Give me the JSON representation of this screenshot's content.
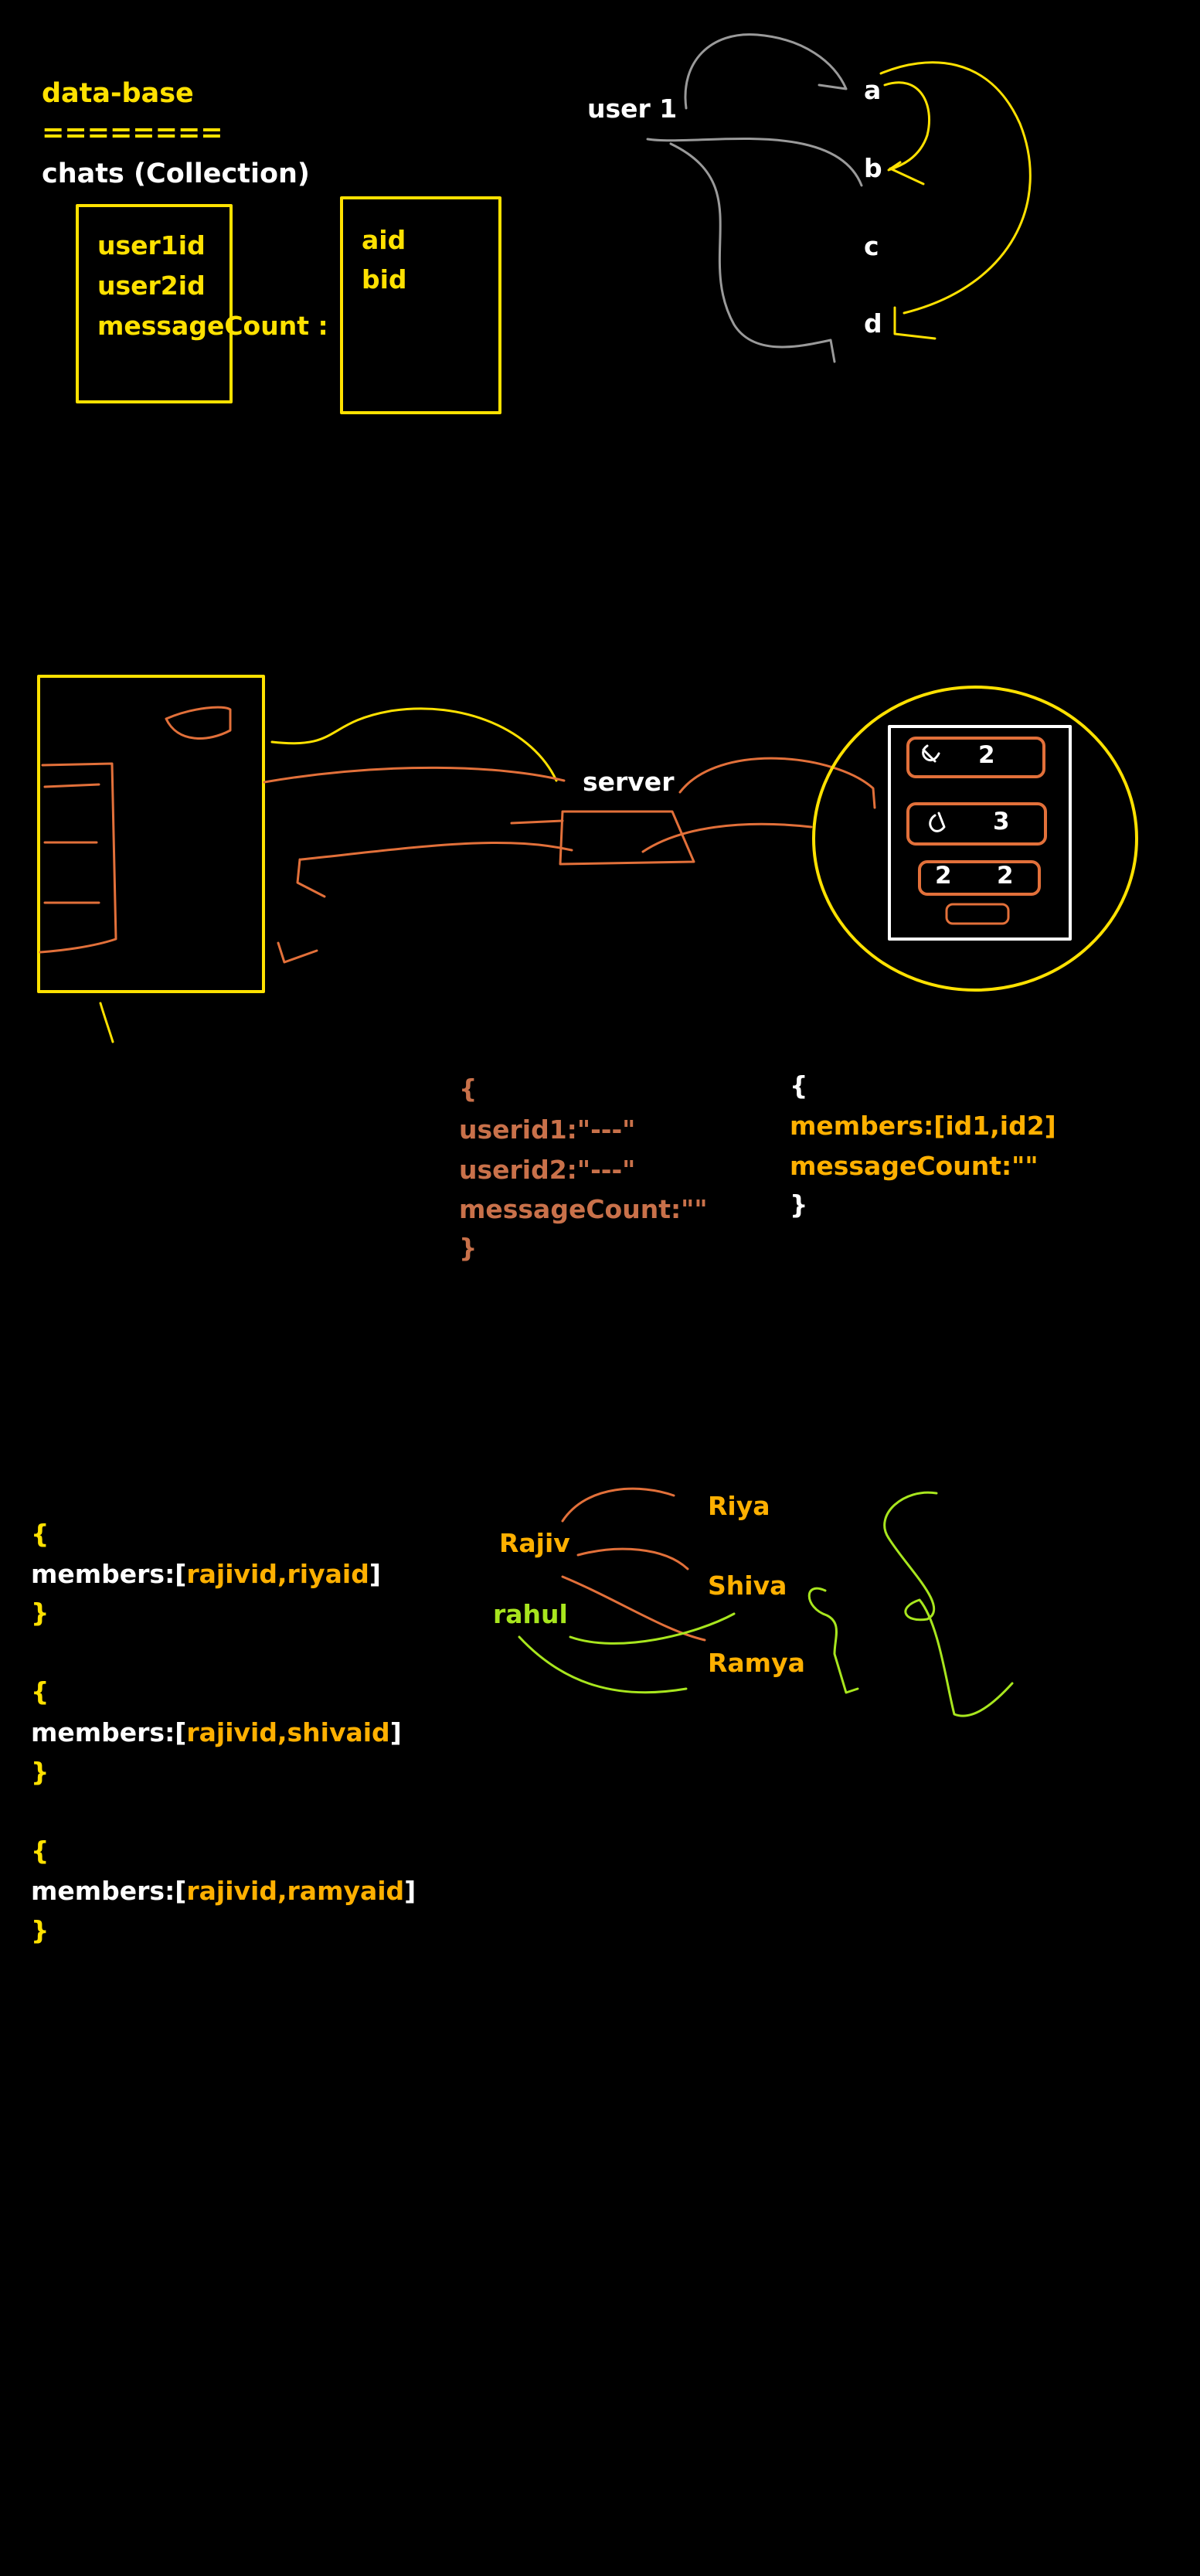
{
  "colors": {
    "background": "#000000",
    "yellow": "#ffe100",
    "white": "#ffffff",
    "orange": "#ffb000",
    "salmon": "#c9714a",
    "lime": "#a8e61e",
    "gray": "#9a9a9a",
    "ink_orange": "#e2703a"
  },
  "database_section": {
    "title": "data-base",
    "underline": "========",
    "collection": "chats (Collection)",
    "box_fields": [
      "user1id",
      "user2id",
      "messageCount :"
    ],
    "id_box_fields": [
      "aid",
      "bid"
    ]
  },
  "user_graph": {
    "user_label": "user 1",
    "nodes": [
      "a",
      "b",
      "c",
      "d"
    ]
  },
  "server_section": {
    "server_label": "server",
    "stored_counts": [
      "2",
      "3",
      "2",
      "2"
    ]
  },
  "schema_examples": {
    "old_schema": [
      "{",
      "userid1:\"---\"",
      "userid2:\"---\"",
      "messageCount:\"\"",
      "}"
    ],
    "new_schema": [
      "{",
      "members:[id1,id2]",
      "messageCount:\"\"",
      "}"
    ]
  },
  "member_docs": {
    "open_brace": "{",
    "close_brace": "}",
    "key": "members:",
    "bracket_open": "[",
    "bracket_close": "]",
    "pairs": [
      "rajivid,riyaid",
      "rajivid,shivaid",
      "rajivid,ramyaid"
    ]
  },
  "people_graph": {
    "names": [
      "Rajiv",
      "rahul",
      "Riya",
      "Shiva",
      "Ramya"
    ]
  }
}
